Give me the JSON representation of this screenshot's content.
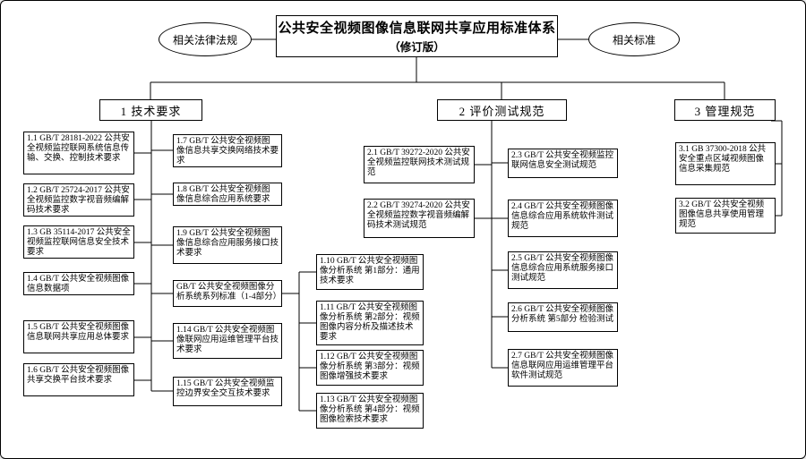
{
  "title": {
    "line1": "公共安全视频图像信息联网共享应用标准体系",
    "line2": "（修订版）"
  },
  "left_ellipse": "相关法律法规",
  "right_ellipse": "相关标准",
  "branches": [
    {
      "label": "1 技术要求"
    },
    {
      "label": "2 评价测试规范"
    },
    {
      "label": "3 管理规范"
    }
  ],
  "nodes": {
    "b1_left": [
      "1.1 GB/T 28181-2022 公共安全视频监控联网系统信息传输、交换、控制技术要求",
      "1.2 GB/T 25724-2017 公共安全视频监控数字视音频编解码技术要求",
      "1.3 GB 35114-2017 公共安全视频监控联网信息安全技术要求",
      "1.4 GB/T 公共安全视频图像信息数据项",
      "1.5 GB/T 公共安全视频图像信息联网共享应用总体要求",
      "1.6 GB/T 公共安全视频图像共享交换平台技术要求"
    ],
    "b1_right": [
      "1.7 GB/T 公共安全视频图像信息共享交换网络技术要求",
      "1.8 GB/T 公共安全视频图像信息综合应用系统要求",
      "1.9 GB/T 公共安全视频图像信息综合应用服务接口技术要求",
      "GB/T 公共安全视频图像分析系统系列标准（1-4部分）",
      "1.14 GB/T 公共安全视频图像联网应用运维管理平台技术要求",
      "1.15 GB/T 公共安全视频监控边界安全交互技术要求"
    ],
    "b1_parts": [
      "1.10 GB/T 公共安全视频图像分析系统 第1部分：通用技术要求",
      "1.11 GB/T 公共安全视频图像分析系统 第2部分：视频图像内容分析及描述技术要求",
      "1.12 GB/T 公共安全视频图像分析系统 第3部分：视频图像增强技术要求",
      "1.13 GB/T 公共安全视频图像分析系统 第4部分：视频图像检索技术要求"
    ],
    "b2_left": [
      "2.1 GB/T 39272-2020 公共安全视频监控联网技术测试规范",
      "2.2 GB/T 39274-2020 公共安全视频监控数字视音频编解码技术测试规范"
    ],
    "b2_right": [
      "2.3 GB/T 公共安全视频监控联网信息安全测试规范",
      "2.4 GB/T 公共安全视频图像信息综合应用系统软件测试规范",
      "2.5 GB/T 公共安全视频图像信息综合应用系统服务接口测试规范",
      "2.6 GB/T 公共安全视频图像分析系统 第5部分 检验测试",
      "2.7 GB/T 公共安全视频图像信息联网应用运维管理平台软件测试规范"
    ],
    "b3": [
      "3.1 GB 37300-2018 公共安全重点区域视频图像信息采集规范",
      "3.2 GB/T 公共安全视频图像信息共享使用管理规范"
    ]
  },
  "colors": {
    "line": "#000000",
    "background": "#ffffff",
    "text": "#000000"
  }
}
